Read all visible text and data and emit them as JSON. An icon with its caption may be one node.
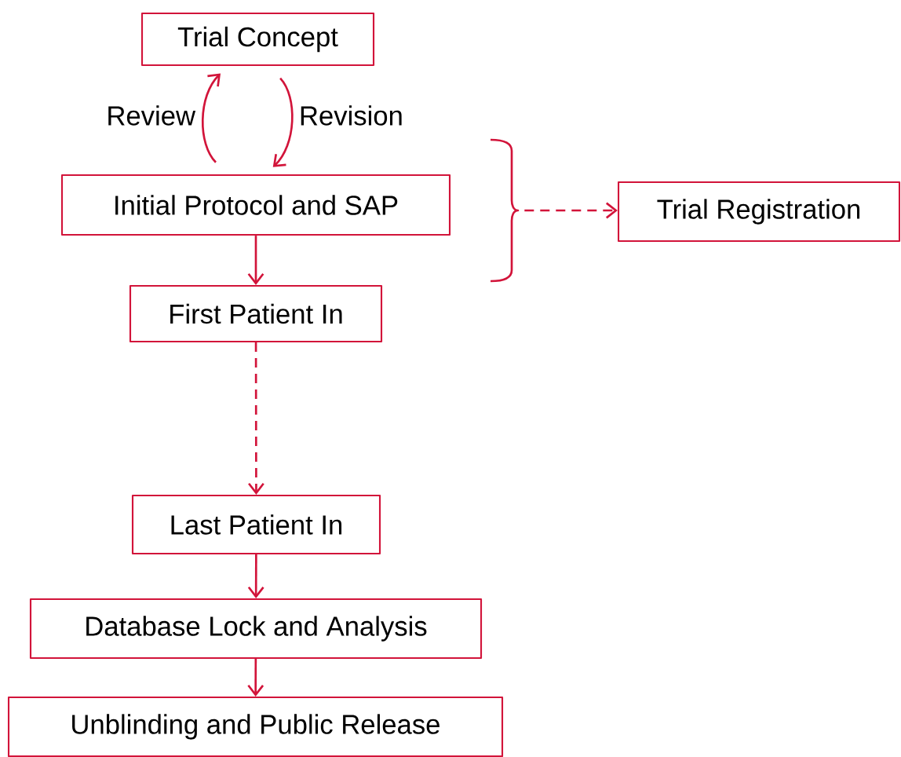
{
  "diagram": {
    "nodes": [
      {
        "text": [
          "Trial Concept"
        ]
      },
      {
        "text": [
          "Initial Protocol and SAP"
        ]
      },
      {
        "text": [
          "First Patient In"
        ]
      },
      {
        "text": [
          "Last Patient In"
        ]
      },
      {
        "text": [
          "Database Lock and Analysis"
        ]
      },
      {
        "text": [
          "Unblinding and Public Release"
        ]
      },
      {
        "text": [
          "Trial Registration"
        ]
      },
      {
        "text": [],
        "shape": "bracket"
      }
    ],
    "edges": [
      {
        "from": 1,
        "to": 0,
        "arrow": "to",
        "label": "Review"
      },
      {
        "from": 0,
        "to": 1,
        "arrow": "to",
        "label": "Revision"
      },
      {
        "from": 1,
        "to": 2,
        "arrow": "to"
      },
      {
        "from": 2,
        "to": 3,
        "arrow": "to",
        "style": "dashed"
      },
      {
        "from": 3,
        "to": 4,
        "arrow": "to"
      },
      {
        "from": 4,
        "to": 5,
        "arrow": "to"
      },
      {
        "from": 7,
        "to": 6,
        "arrow": "to",
        "style": "dashed"
      }
    ]
  }
}
